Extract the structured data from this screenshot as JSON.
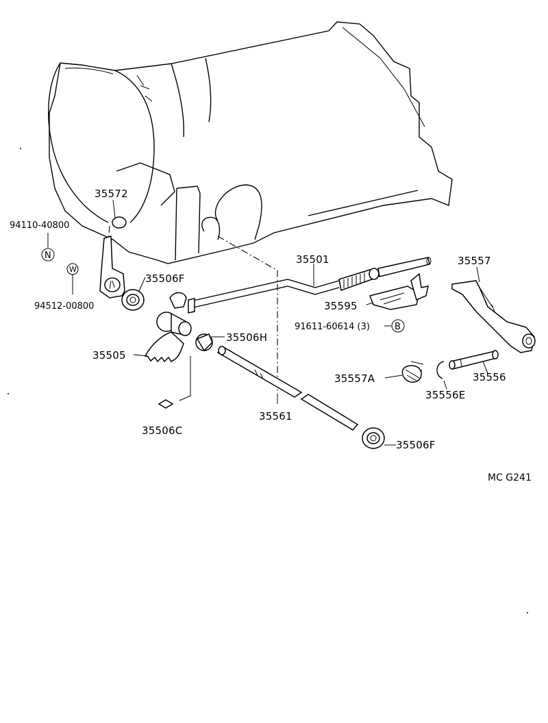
{
  "labels": {
    "p35572": "35572",
    "p94110": "94110-40800",
    "symN": "N",
    "symW": "W",
    "p94512": "94512-00800",
    "p35506F_top": "35506F",
    "p35505": "35505",
    "p35506H": "35506H",
    "p35506C": "35506C",
    "p35561": "35561",
    "p35506F_bottom": "35506F",
    "p35501": "35501",
    "p35595": "35595",
    "p91611": "91611-60614 (3)",
    "symB": "B",
    "p35557": "35557",
    "p35557A": "35557A",
    "p35556E": "35556E",
    "p35556": "35556",
    "figure_code": "MC G241"
  }
}
